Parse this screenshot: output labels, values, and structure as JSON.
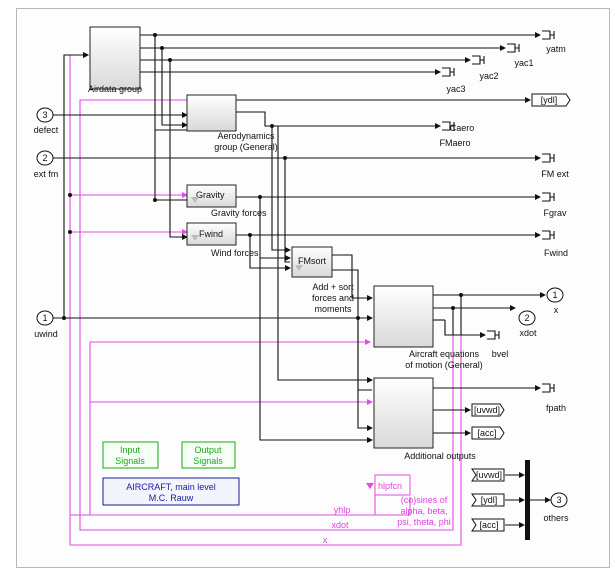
{
  "diagram": {
    "blocks": {
      "airdata": "Airdata group",
      "aero_l1": "Aerodynamics",
      "aero_l2": "group (General)",
      "gravity_in": "Gravity",
      "gravity_out": "Gravity forces",
      "fwind_in": "Fwind",
      "fwind_out": "Wind forces",
      "fmsort_in": "FMsort",
      "fmsort_l1": "Add + sort",
      "fmsort_l2": "forces and",
      "fmsort_l3": "moments",
      "eom_l1": "Aircraft equations",
      "eom_l2": "of motion (General)",
      "addout": "Additional outputs",
      "hlpfcn": "hlpfcn",
      "hlp_l1": "(co)sines of",
      "hlp_l2": "alpha, beta,",
      "hlp_l3": "psi, theta, phi"
    },
    "inports": [
      {
        "num": "3",
        "name": "defect"
      },
      {
        "num": "2",
        "name": "ext fm"
      },
      {
        "num": "1",
        "name": "uwind"
      }
    ],
    "outports": [
      {
        "num": "1",
        "name": "x"
      },
      {
        "num": "2",
        "name": "xdot"
      },
      {
        "num": "3",
        "name": "others"
      }
    ],
    "terminators": {
      "yatm": "yatm",
      "yac1": "yac1",
      "yac2": "yac2",
      "yac3": "yac3",
      "caero": "Caero",
      "fmaero": "FMaero",
      "fmext": "FM ext",
      "fgrav": "Fgrav",
      "fwind": "Fwind",
      "bvel": "bvel",
      "fpath": "fpath"
    },
    "goto_tags": {
      "ydl": "[ydl]",
      "uvwd": "[uvwd]",
      "acc": "[acc]"
    },
    "from_tags": {
      "uvwd": "[uvwd]",
      "ydl": "[ydl]",
      "acc": "[acc]"
    },
    "signal_labels": {
      "yhlp": "yhlp",
      "xdot": "xdot",
      "x": "x"
    },
    "annotations": {
      "input_l1": "Input",
      "input_l2": "Signals",
      "output_l1": "Output",
      "output_l2": "Signals",
      "title_l1": "AIRCRAFT, main level",
      "title_l2": "M.C. Rauw"
    },
    "colors": {
      "wire": "#111111",
      "feedback_wire": "#e34ce3",
      "annotation_green": "#1aa61a",
      "annotation_blue": "#1a1a9a",
      "hlpfcn_border": "#e34ce3"
    }
  }
}
